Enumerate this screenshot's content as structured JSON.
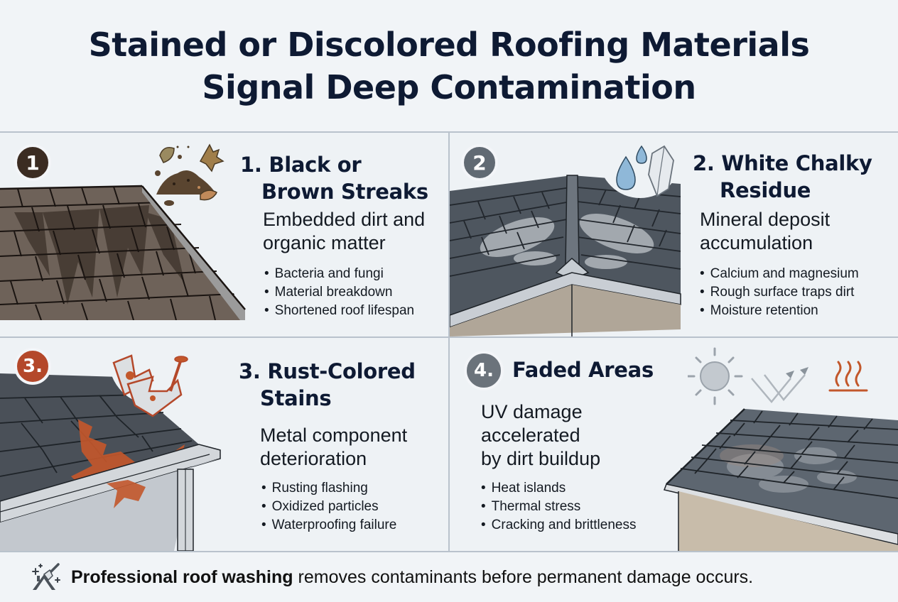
{
  "title": {
    "line1": "Stained or Discolored Roofing Materials",
    "line2": "Signal Deep Contamination"
  },
  "colors": {
    "navy": "#0e1a33",
    "badge1": "#3b2c22",
    "badge2": "#616a73",
    "badge3": "#b4482a",
    "badge4": "#6b737b",
    "rust": "#c2572b",
    "divider": "#b9c2cc"
  },
  "panels": [
    {
      "badge": "1",
      "number": "1.",
      "heading_line1": "Black or",
      "heading_line2": "Brown Streaks",
      "subhead_line1": "Embedded dirt and",
      "subhead_line2": "organic matter",
      "bullets": [
        "Bacteria and fungi",
        "Material breakdown",
        "Shortened roof lifespan"
      ],
      "icon": "dirt-leaves-icon"
    },
    {
      "badge": "2",
      "number": "2.",
      "heading_line1": "White Chalky",
      "heading_line2": "Residue",
      "subhead_line1": "Mineral deposit",
      "subhead_line2": "accumulation",
      "bullets": [
        "Calcium and magnesium",
        "Rough surface traps dirt",
        "Moisture retention"
      ],
      "icon": "water-drop-crystal-icon"
    },
    {
      "badge": "3.",
      "number": "3.",
      "heading_line1": "Rust-Colored",
      "heading_line2": "Stains",
      "subhead_line1": "Metal component",
      "subhead_line2": "deterioration",
      "bullets": [
        "Rusting flashing",
        "Oxidized particles",
        "Waterproofing failure"
      ],
      "icon": "rusted-flashing-nail-icon"
    },
    {
      "badge": "4.",
      "heading": "Faded Areas",
      "subhead_line1": "UV damage",
      "subhead_line2": "accelerated",
      "subhead_line3": "by dirt buildup",
      "bullets": [
        "Heat islands",
        "Thermal stress",
        "Cracking and brittleness"
      ],
      "icon": "sun-uv-heat-icon"
    }
  ],
  "footer": {
    "bold": "Professional roof washing",
    "rest": " removes contaminants before permanent damage occurs.",
    "icon": "roof-cleaning-brush-icon"
  }
}
